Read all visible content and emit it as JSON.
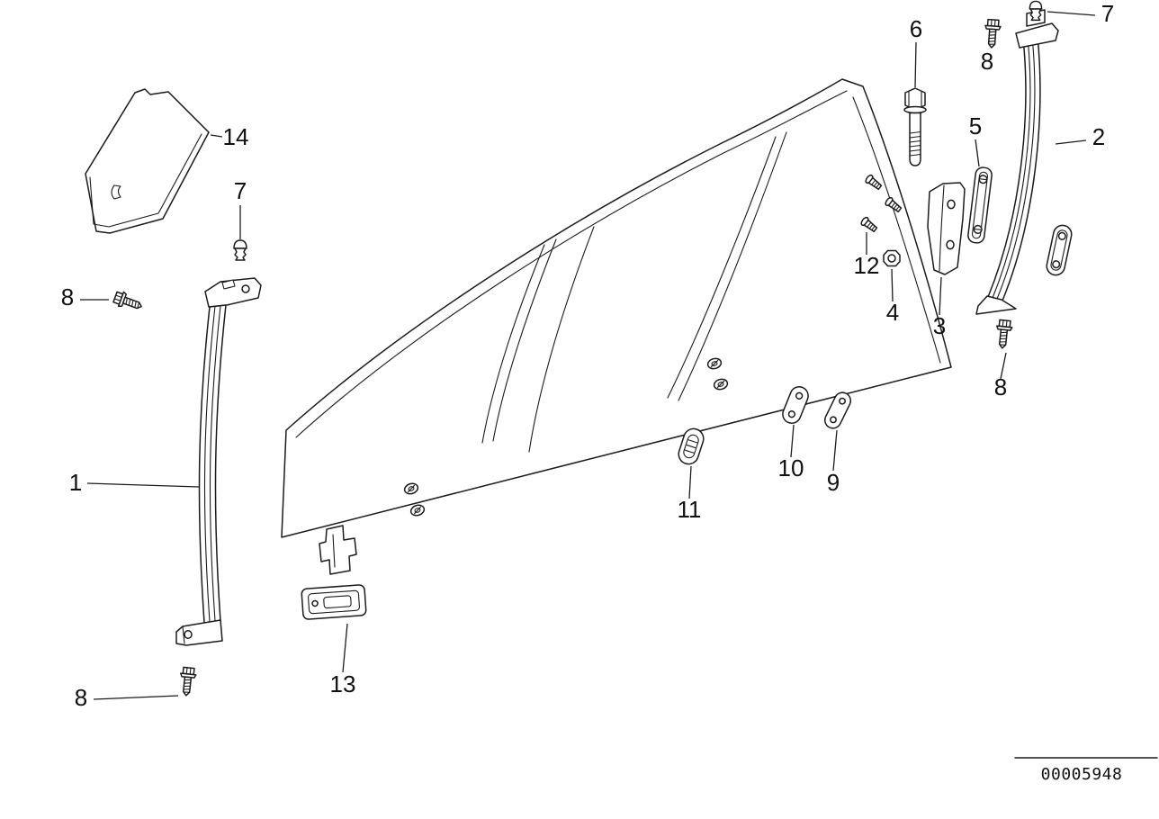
{
  "diagram": {
    "kind": "exploded-parts-diagram",
    "subject": "door window glass and guide rails",
    "colors": {
      "line": "#1b1b1b",
      "background": "#ffffff"
    }
  },
  "callouts": {
    "rail_front": {
      "label": "1"
    },
    "rail_rear": {
      "label": "2"
    },
    "bracket_rear": {
      "label": "3"
    },
    "nut": {
      "label": "4"
    },
    "hinge_plate": {
      "label": "5"
    },
    "bolt": {
      "label": "6"
    },
    "clip_front": {
      "label": "7"
    },
    "clip_rear": {
      "label": "7"
    },
    "screw_front_upper": {
      "label": "8"
    },
    "screw_front_lower": {
      "label": "8"
    },
    "screw_rear_upper": {
      "label": "8"
    },
    "screw_rear_lower": {
      "label": "8"
    },
    "link": {
      "label": "9"
    },
    "plate_link": {
      "label": "10"
    },
    "grommet": {
      "label": "11"
    },
    "screws_small": {
      "label": "12"
    },
    "bracket_bottom": {
      "label": "13"
    },
    "cover_panel": {
      "label": "14"
    }
  },
  "footer": {
    "document_number": "00005948"
  }
}
